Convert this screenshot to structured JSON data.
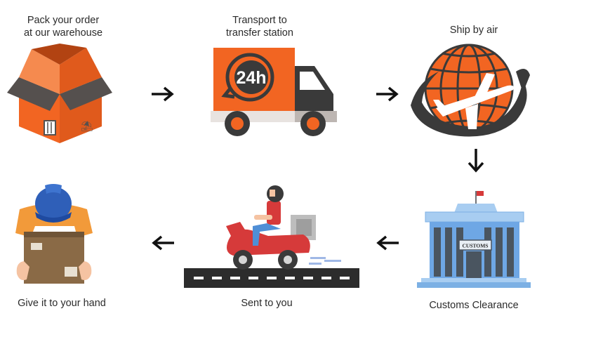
{
  "steps": [
    {
      "line1": "Pack your order",
      "line2": "at our warehouse"
    },
    {
      "line1": "Transport to",
      "line2": "transfer station"
    },
    {
      "line1": "Ship by air"
    },
    {
      "line1": "Customs Clearance"
    },
    {
      "line1": "Sent to you"
    },
    {
      "line1": "Give it to your hand"
    }
  ],
  "truck_badge": "24h",
  "customs_sign": "CUSTOMS",
  "colors": {
    "orange": "#f26522",
    "dark": "#3a3a3a",
    "blue": "#4f8fd6",
    "red": "#d63a3a"
  }
}
